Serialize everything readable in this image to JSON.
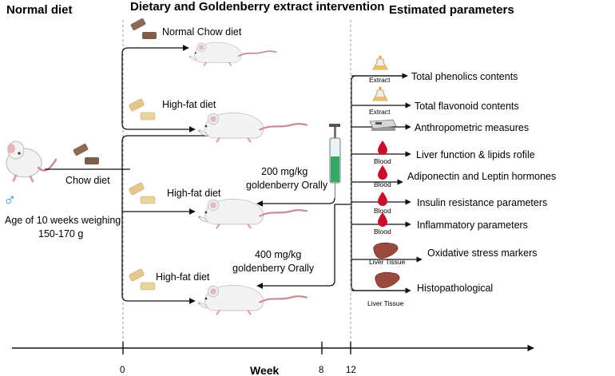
{
  "headers": {
    "normal_diet": "Normal diet",
    "intervention": "Dietary and Goldenberry extract intervention",
    "parameters": "Estimated parameters"
  },
  "left": {
    "chow_diet": "Chow diet",
    "male_symbol": "♂",
    "age_line1": "Age of 10 weeks weighing",
    "age_line2": "150-170 g"
  },
  "groups": [
    {
      "diet": "Normal Chow diet"
    },
    {
      "diet": "High-fat diet"
    },
    {
      "diet": "High-fat diet"
    },
    {
      "diet": "High-fat diet"
    }
  ],
  "doses": {
    "low_line1": "200 mg/kg",
    "low_line2": "goldenberry  Orally",
    "high_line1": "400 mg/kg",
    "high_line2": "goldenberry  Orally"
  },
  "parameters": [
    {
      "label": "Total phenolics contents",
      "source": "Extract",
      "icon": "flask-icon"
    },
    {
      "label": "Total  flavonoid contents",
      "source": "Extract",
      "icon": "flask-icon"
    },
    {
      "label": "Anthropometric measures",
      "source": "",
      "icon": "scale-icon"
    },
    {
      "label": "Liver function  & lipids rofile",
      "source": "Blood",
      "icon": "blood-drop-icon"
    },
    {
      "label": "Adiponectin and Leptin hormones",
      "source": "Blood",
      "icon": "blood-drop-icon"
    },
    {
      "label": "Insulin resistance parameters",
      "source": "Blood",
      "icon": "blood-drop-icon"
    },
    {
      "label": "Inflammatory parameters",
      "source": "Blood",
      "icon": "blood-drop-icon"
    },
    {
      "label": "Oxidative stress markers",
      "source": "Liver Tissue",
      "icon": "liver-icon"
    },
    {
      "label": "Histopathological",
      "source": "Liver Tissue",
      "icon": "liver-icon"
    }
  ],
  "timeline": {
    "axis_label": "Week",
    "ticks": [
      "0",
      "8",
      "12"
    ]
  },
  "colors": {
    "line": "#111111",
    "mouse_body": "#f1f1f1",
    "mouse_tail": "#c98f95",
    "chow_pellet": "#8b6a55",
    "hfd_pellet": "#e3c88e",
    "blood": "#c8102e",
    "liver": "#9a4a3c",
    "male_symbol": "#2e8fd6",
    "dashed": "#9a9a9a"
  }
}
